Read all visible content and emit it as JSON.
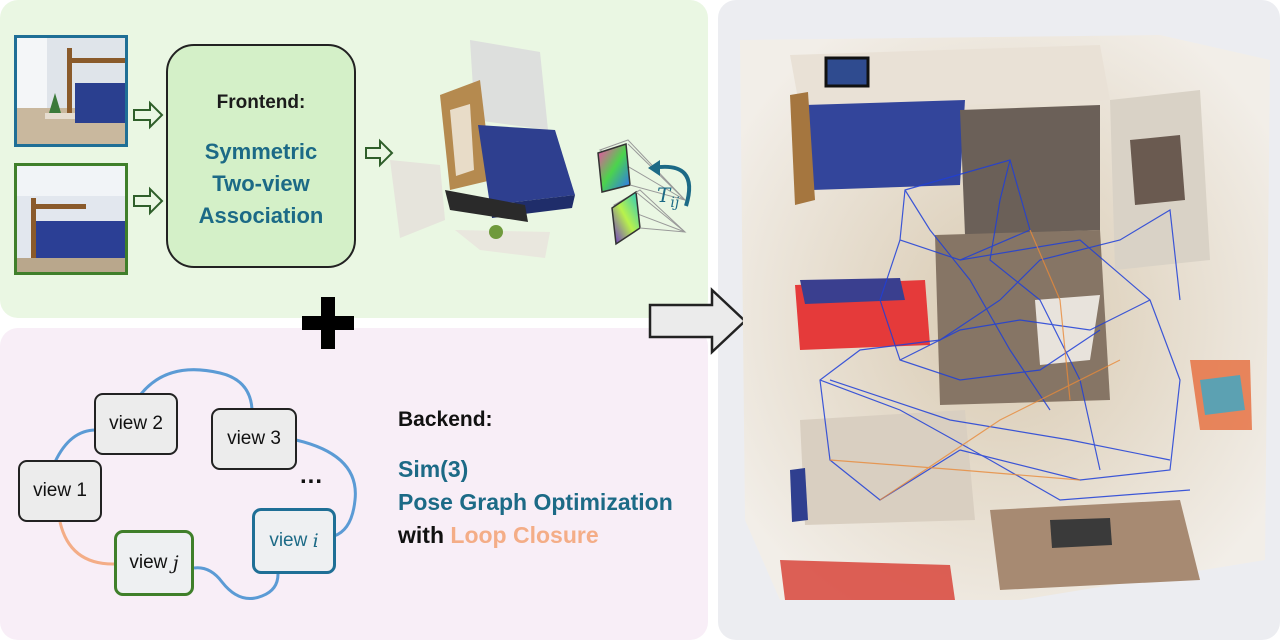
{
  "frontend": {
    "title": "Frontend:",
    "subtitle_lines": [
      "Symmetric",
      "Two-view",
      "Association"
    ],
    "transform_label": "T",
    "transform_subscript": "ij"
  },
  "backend": {
    "title": "Backend:",
    "line1": "Sim(3)",
    "line2": "Pose Graph Optimization",
    "line3_prefix": "with",
    "line3_highlight": "Loop Closure",
    "nodes": {
      "view1": "view 1",
      "view2": "view 2",
      "view3": "view 3",
      "viewi": "view",
      "viewi_var": "i",
      "viewj": "view",
      "viewj_var": "j"
    },
    "ellipsis": "..."
  },
  "colors": {
    "teal": "#1c6a86",
    "green_border": "#3f7f2a",
    "blue_border": "#1f6f96",
    "edge_blue": "#5b9bd5",
    "loop_orange": "#f4ad87",
    "plus": "#000000"
  }
}
